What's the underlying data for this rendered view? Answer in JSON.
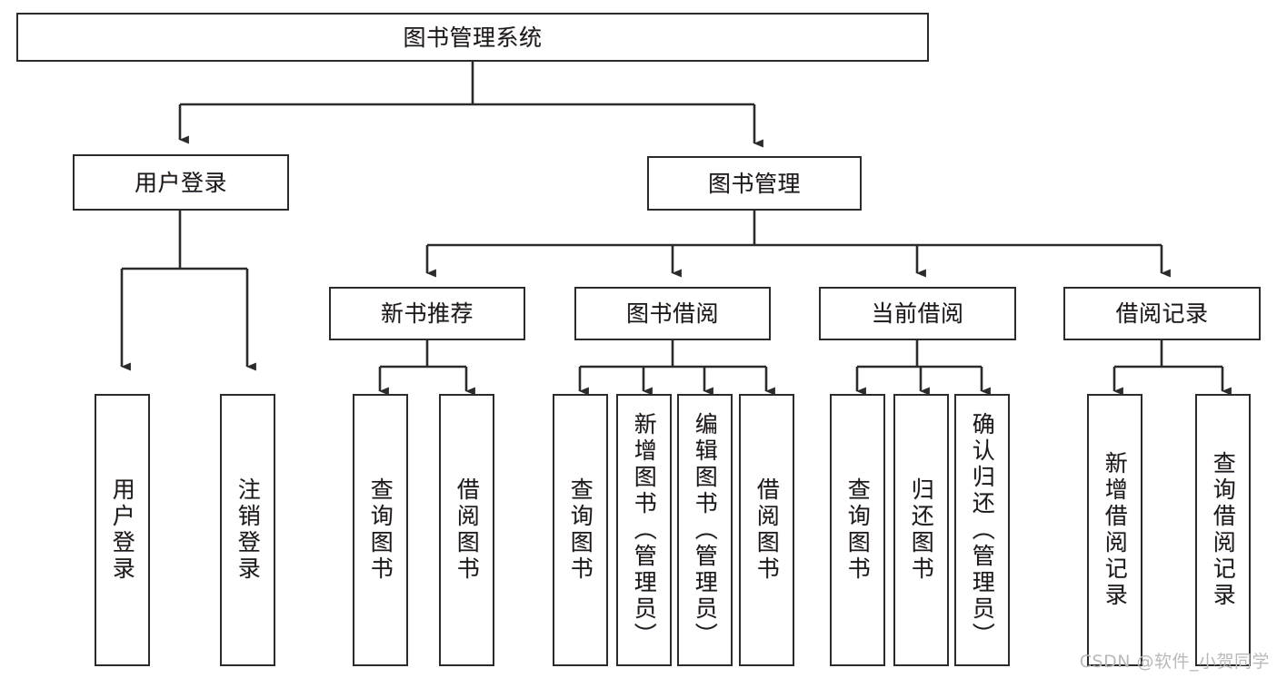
{
  "diagram": {
    "title": "图书管理系统",
    "type": "tree-hierarchy",
    "watermark": "CSDN @软件_小贺同学",
    "colors": {
      "background": "#ffffff",
      "box_border": "#2b2b2b",
      "box_fill": "#ffffff",
      "connector": "#2b2b2b",
      "text": "#1a1a1a",
      "watermark": "#b9b9b9"
    },
    "nodes": {
      "root": {
        "label": "图书管理系统"
      },
      "level2": [
        {
          "label": "用户登录"
        },
        {
          "label": "图书管理"
        }
      ],
      "level3": [
        {
          "label": "新书推荐"
        },
        {
          "label": "图书借阅"
        },
        {
          "label": "当前借阅"
        },
        {
          "label": "借阅记录"
        }
      ],
      "leaves": {
        "user_login": [
          {
            "label": "用户登录"
          },
          {
            "label": "注销登录"
          }
        ],
        "new_book_recommend": [
          {
            "label": "查询图书"
          },
          {
            "label": "借阅图书"
          }
        ],
        "book_borrow": [
          {
            "label": "查询图书"
          },
          {
            "label": "新增图书（管理员）"
          },
          {
            "label": "编辑图书（管理员）"
          },
          {
            "label": "借阅图书"
          }
        ],
        "current_borrow": [
          {
            "label": "查询图书"
          },
          {
            "label": "归还图书"
          },
          {
            "label": "确认归还（管理员）"
          }
        ],
        "borrow_record": [
          {
            "label": "新增借阅记录"
          },
          {
            "label": "查询借阅记录"
          }
        ]
      }
    }
  }
}
